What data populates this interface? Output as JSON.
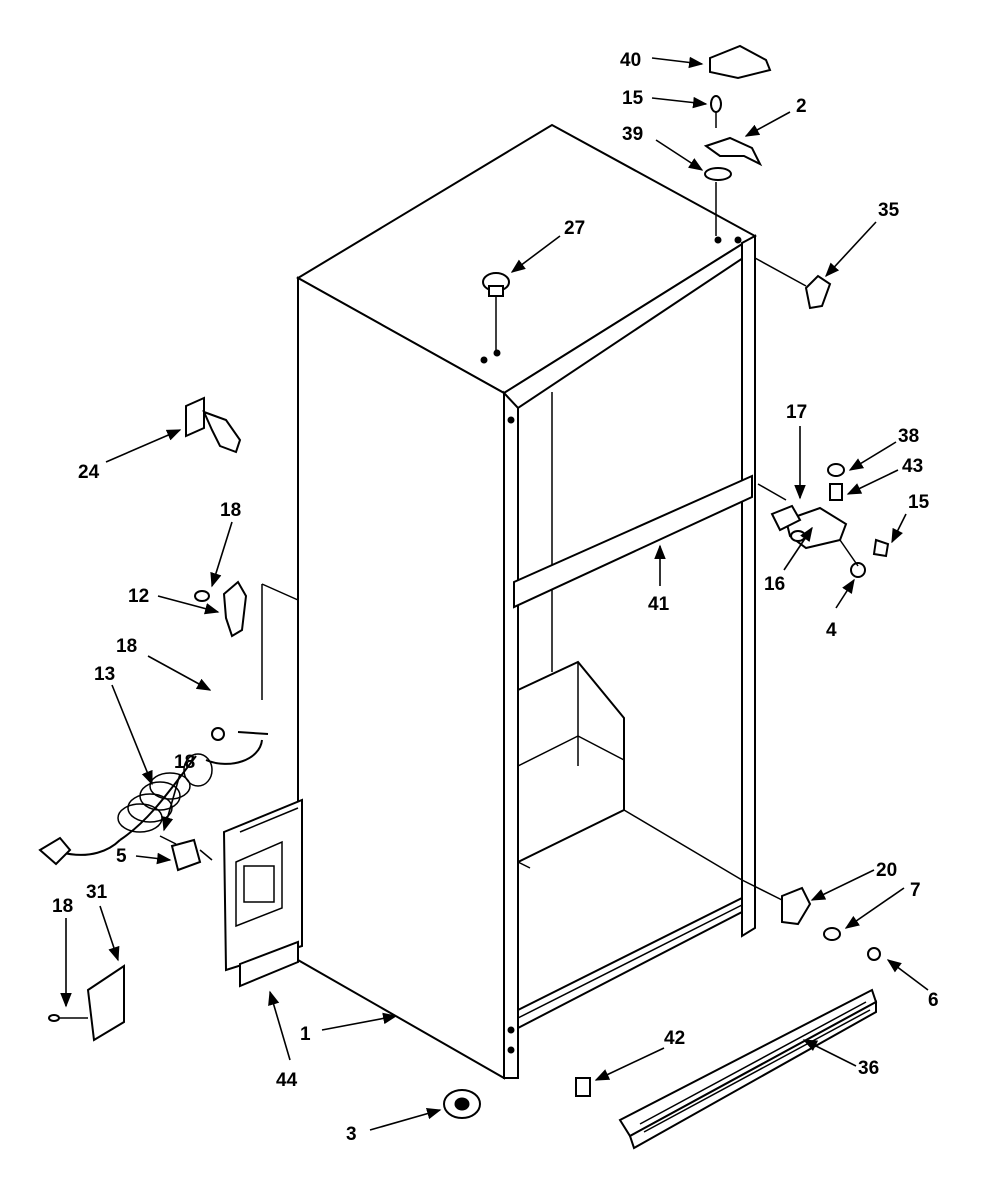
{
  "callouts": {
    "c40": "40",
    "c15a": "15",
    "c2": "2",
    "c39": "39",
    "c35": "35",
    "c27": "27",
    "c17": "17",
    "c38": "38",
    "c43": "43",
    "c15b": "15",
    "c16": "16",
    "c4": "4",
    "c41": "41",
    "c24": "24",
    "c18a": "18",
    "c12": "12",
    "c18b": "18",
    "c13": "13",
    "c18c": "18",
    "c5": "5",
    "c18d": "18",
    "c31": "31",
    "c1": "1",
    "c44": "44",
    "c3": "3",
    "c42": "42",
    "c36": "36",
    "c20": "20",
    "c7": "7",
    "c6": "6"
  }
}
